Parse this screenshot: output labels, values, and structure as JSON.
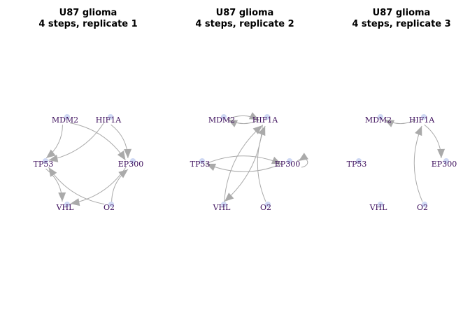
{
  "panels": [
    {
      "title_line1": "U87 glioma",
      "title_line2": "4 steps, replicate 1",
      "nodes": [
        "MDM2",
        "HIF1A",
        "TP53",
        "EP300",
        "VHL",
        "O2"
      ],
      "edges": [
        {
          "from": "MDM2",
          "to": "TP53"
        },
        {
          "from": "MDM2",
          "to": "EP300"
        },
        {
          "from": "HIF1A",
          "to": "TP53"
        },
        {
          "from": "HIF1A",
          "to": "EP300"
        },
        {
          "from": "TP53",
          "to": "VHL"
        },
        {
          "from": "O2",
          "to": "TP53"
        },
        {
          "from": "EP300",
          "to": "VHL"
        },
        {
          "from": "O2",
          "to": "EP300"
        }
      ]
    },
    {
      "title_line1": "U87 glioma",
      "title_line2": "4 steps, replicate 2",
      "nodes": [
        "MDM2",
        "HIF1A",
        "TP53",
        "EP300",
        "VHL",
        "O2"
      ],
      "edges": [
        {
          "from": "MDM2",
          "to": "HIF1A"
        },
        {
          "from": "HIF1A",
          "to": "MDM2"
        },
        {
          "from": "TP53",
          "to": "EP300"
        },
        {
          "from": "EP300",
          "to": "TP53"
        },
        {
          "from": "EP300",
          "to": "EP300",
          "self": true
        },
        {
          "from": "VHL",
          "to": "HIF1A"
        },
        {
          "from": "O2",
          "to": "HIF1A"
        },
        {
          "from": "HIF1A",
          "to": "VHL"
        }
      ]
    },
    {
      "title_line1": "U87 glioma",
      "title_line2": "4 steps, replicate 3",
      "nodes": [
        "MDM2",
        "HIF1A",
        "TP53",
        "EP300",
        "VHL",
        "O2"
      ],
      "edges": [
        {
          "from": "HIF1A",
          "to": "MDM2"
        },
        {
          "from": "HIF1A",
          "to": "EP300"
        },
        {
          "from": "O2",
          "to": "HIF1A"
        }
      ]
    }
  ]
}
